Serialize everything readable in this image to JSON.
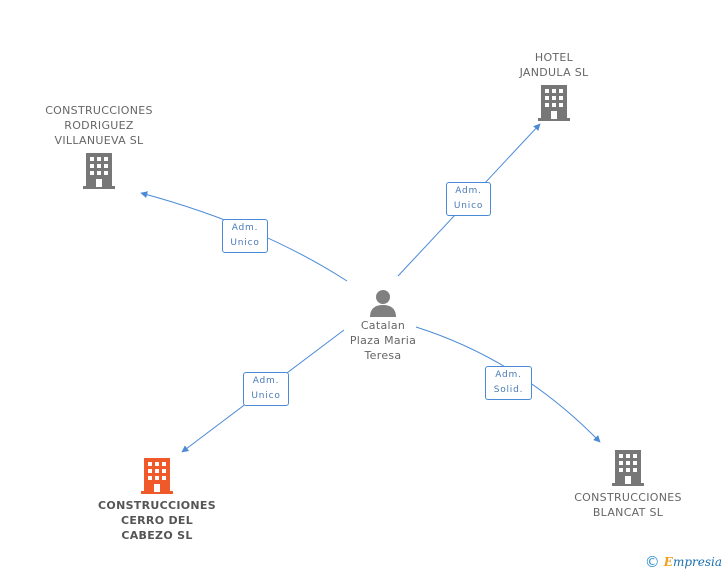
{
  "center_person": {
    "name": "Catalan\nPlaza Maria\nTeresa",
    "icon": "person-icon"
  },
  "companies": [
    {
      "id": "hotel",
      "name": "HOTEL\nJANDULA SL",
      "icon": "building-icon",
      "color": "#777777"
    },
    {
      "id": "rodriguez",
      "name": "CONSTRUCCIONES\nRODRIGUEZ\nVILLANUEVA SL",
      "icon": "building-icon",
      "color": "#777777"
    },
    {
      "id": "cerro",
      "name": "CONSTRUCCIONES\nCERRO DEL\nCABEZO SL",
      "icon": "building-icon",
      "color": "#f0592a"
    },
    {
      "id": "blancat",
      "name": "CONSTRUCCIONES\nBLANCAT SL",
      "icon": "building-icon",
      "color": "#777777"
    }
  ],
  "relations": [
    {
      "to": "hotel",
      "line1": "Adm.",
      "line2": "Unico"
    },
    {
      "to": "rodriguez",
      "line1": "Adm.",
      "line2": "Unico"
    },
    {
      "to": "cerro",
      "line1": "Adm.",
      "line2": "Unico"
    },
    {
      "to": "blancat",
      "line1": "Adm.",
      "line2": "Solid."
    }
  ],
  "footer": {
    "copyright_symbol": "©",
    "brand_e": "E",
    "brand_rest": "mpresia"
  },
  "colors": {
    "edge": "#4a8ad6",
    "highlight": "#f0592a"
  }
}
